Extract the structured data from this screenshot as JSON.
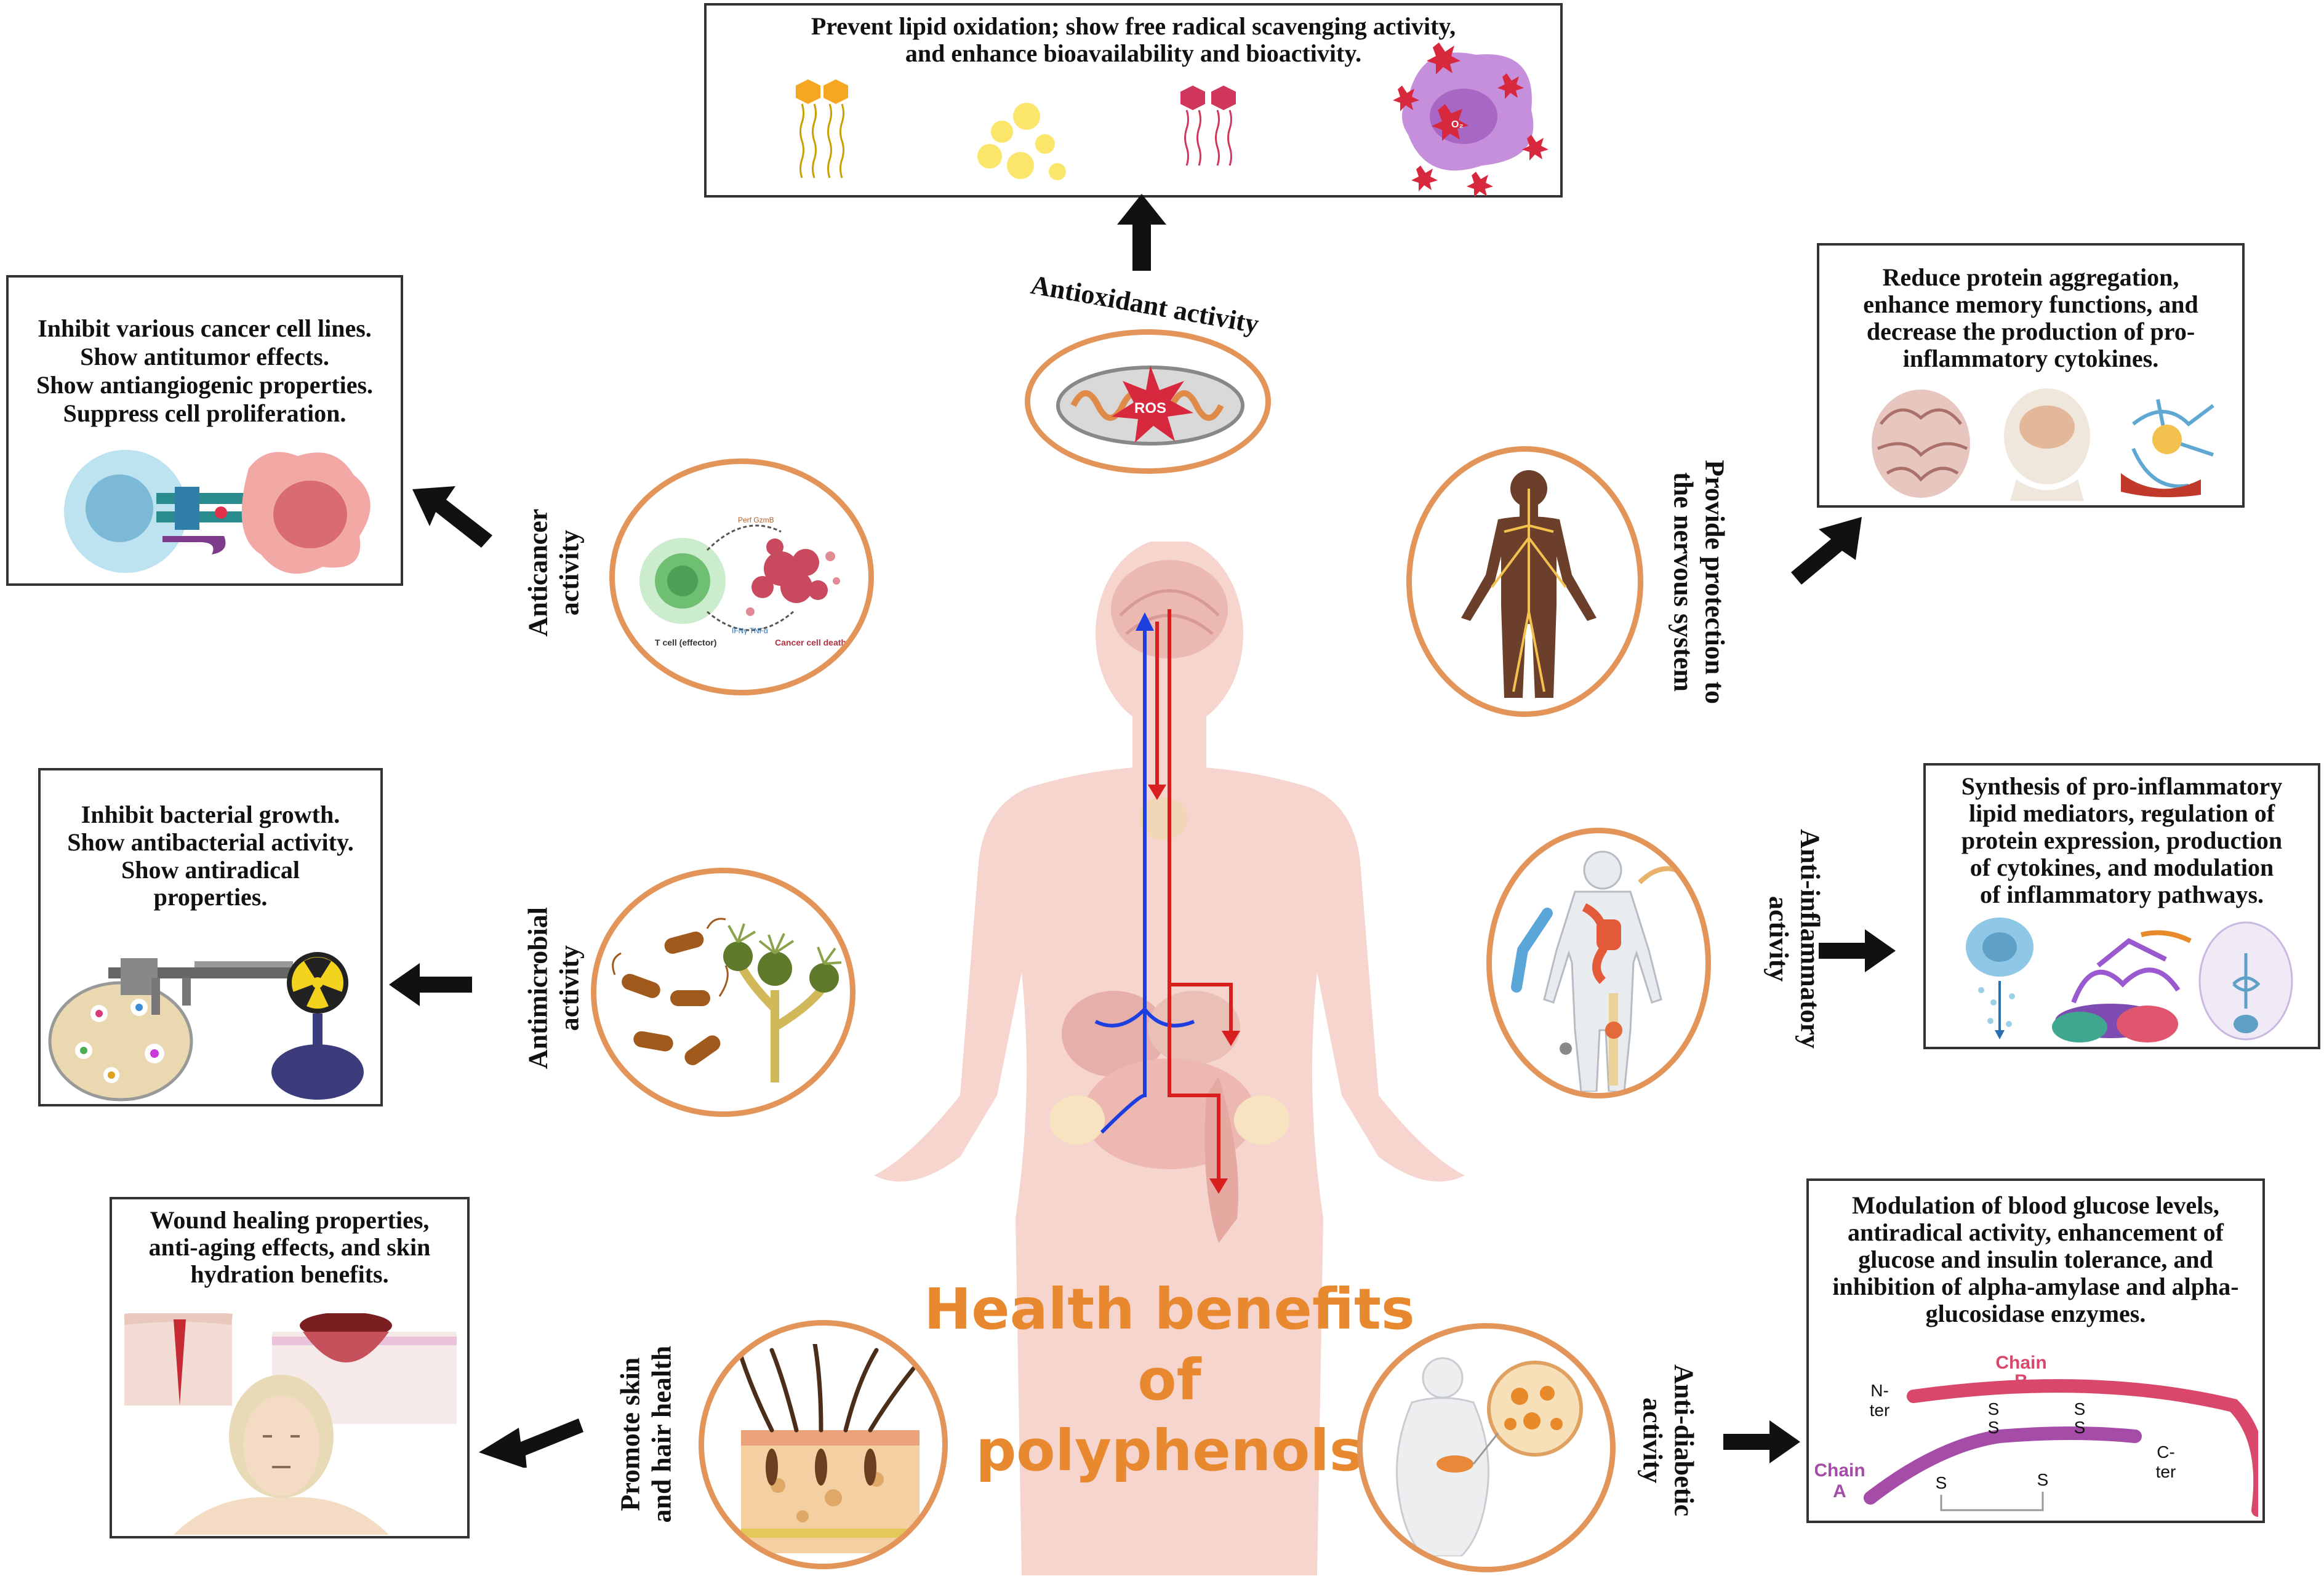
{
  "title": "Health benefits of\npolyphenols",
  "colors": {
    "accent": "#E8892F",
    "circle_border": "#E39559",
    "body": "#F6D5CF",
    "blue": "#1E3FE0",
    "red": "#D81E1E"
  },
  "categories": {
    "antioxidant": {
      "label": "Antioxidant activity",
      "box_text": "Prevent lipid oxidation; show free radical scavenging activity,\nand enhance bioavailability and bioactivity.",
      "circle_label": "ROS",
      "box_labels": [
        "O₂"
      ]
    },
    "anticancer": {
      "label": "Anticancer\nactivity",
      "box_text": "Inhibit various cancer cell lines.\nShow antitumor effects.\nShow antiangiogenic properties.\nSuppress cell proliferation.",
      "circle_labels": [
        "T cell\n(effector)",
        "Cancer\ncell death",
        "IFNγ\nTNFα",
        "Perf\nGzmB"
      ]
    },
    "nervous": {
      "label": "Provide protection to\nthe nervous system",
      "box_text": "Reduce protein aggregation,\nenhance memory functions, and\ndecrease the production of pro-\ninflammatory cytokines."
    },
    "antimicrobial": {
      "label": "Antimicrobial\nactivity",
      "box_text": "Inhibit bacterial growth.\nShow antibacterial activity.\nShow antiradical\nproperties."
    },
    "antiinflammatory": {
      "label": "Anti-inflammatory\nactivity",
      "box_text": "Synthesis of pro-inflammatory\nlipid mediators, regulation of\nprotein expression, production\nof cytokines, and modulation\nof inflammatory pathways."
    },
    "skin": {
      "label": "Promote skin\nand hair health",
      "box_text": "Wound healing properties,\nanti-aging effects, and skin\nhydration benefits."
    },
    "antidiabetic": {
      "label": "Anti-diabetic\nactivity",
      "box_text": "Modulation of blood glucose levels,\nantiradical activity, enhancement of\nglucose and insulin tolerance, and\ninhibition of alpha-amylase and alpha-\nglucosidase enzymes.",
      "insulin": {
        "chain_b": "Chain\nB",
        "chain_a": "Chain\nA",
        "n_ter": "N-\nter",
        "c_ter": "C-\nter",
        "s": "S"
      }
    }
  }
}
